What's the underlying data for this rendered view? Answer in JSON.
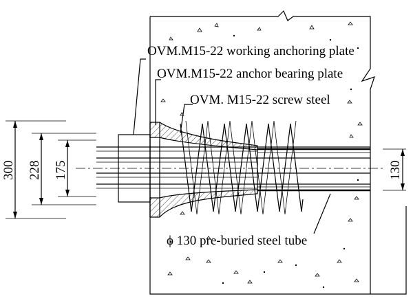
{
  "labels": {
    "working_anchoring_plate": "OVM.M15-22 working anchoring plate",
    "anchor_bearing_plate": "OVM.M15-22 anchor bearing plate",
    "screw_steel": "OVM. M15-22 screw steel",
    "steel_tube": "ϕ 130 pre-buried steel tube"
  },
  "dimensions": {
    "d300": "300",
    "d228": "228",
    "d175": "175",
    "d130": "130"
  }
}
